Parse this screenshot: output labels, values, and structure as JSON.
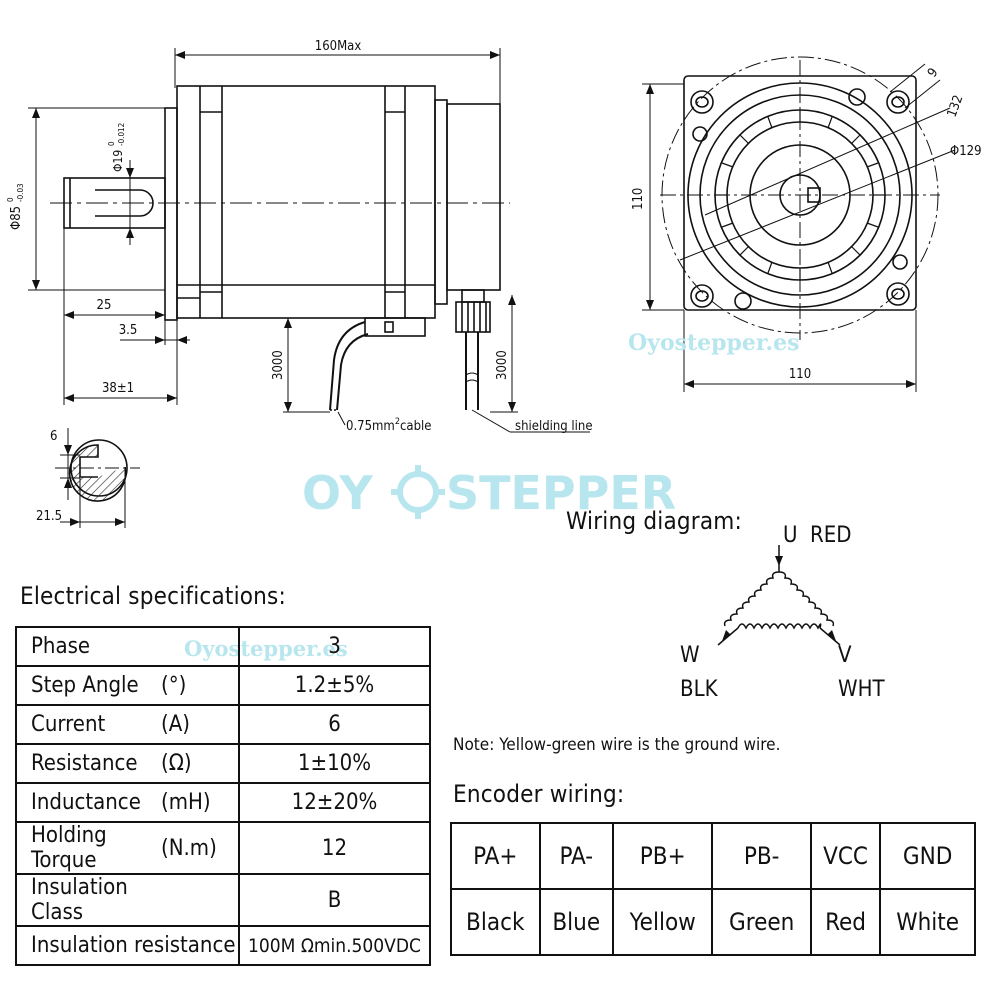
{
  "dimensions": {
    "overall_length": "160Max",
    "flange_dia": "Φ85",
    "flange_tol_upper": "0",
    "flange_tol_lower": "-0.03",
    "shaft_dia": "Φ19",
    "shaft_tol_upper": "0",
    "shaft_tol_lower": "-0.012",
    "shaft_len": "25",
    "shoulder": "3.5",
    "shaft_total": "38±1",
    "lead_len_1": "3000",
    "lead_len_2": "3000",
    "cable_label": "0.75mm",
    "cable_sup": "2",
    "cable_suffix": "cable",
    "shield_label": "shielding line",
    "key_width": "6",
    "key_depth": "21.5",
    "face_height": "110",
    "face_width": "110",
    "hole_dia": "9",
    "bolt_circle": "132",
    "pilot_dia": "Φ129"
  },
  "watermarks": {
    "small_1": "Oyostepper.es",
    "small_2": "Oyostepper.es",
    "logo_left": "OY",
    "logo_right": "STEPPER"
  },
  "wiring": {
    "title": "Wiring diagram:",
    "u": "U",
    "u_color": "RED",
    "w": "W",
    "w_color": "BLK",
    "v": "V",
    "v_color": "WHT",
    "note": "Note: Yellow-green wire is the ground wire."
  },
  "electrical": {
    "title": "Electrical specifications:",
    "rows": [
      {
        "name": "Phase",
        "unit": "",
        "value": "3"
      },
      {
        "name": "Step Angle",
        "unit": "(°)",
        "value": "1.2±5%"
      },
      {
        "name": "Current",
        "unit": "(A)",
        "value": "6"
      },
      {
        "name": "Resistance",
        "unit": "(Ω)",
        "value": "1±10%"
      },
      {
        "name": "Inductance",
        "unit": "(mH)",
        "value": "12±20%"
      },
      {
        "name": "Holding Torque",
        "unit": "(N.m)",
        "value": "12"
      },
      {
        "name": "Insulation Class",
        "unit": "",
        "value": "B"
      },
      {
        "name": "Insulation resistance",
        "unit": "",
        "value": "100M Ωmin.500VDC"
      }
    ]
  },
  "encoder": {
    "title": "Encoder wiring:",
    "signals": [
      "PA+",
      "PA-",
      "PB+",
      "PB-",
      "VCC",
      "GND"
    ],
    "colors": [
      "Black",
      "Blue",
      "Yellow",
      "Green",
      "Red",
      "White"
    ]
  }
}
